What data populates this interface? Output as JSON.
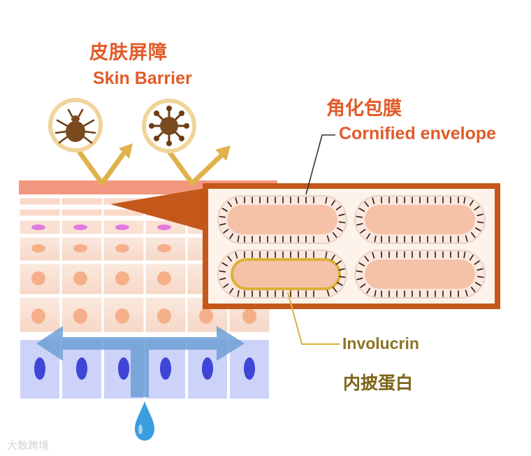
{
  "labels": {
    "skin_barrier_cn": "皮肤屏障",
    "skin_barrier_en": "Skin Barrier",
    "cornified_envelope_cn": "角化包膜",
    "cornified_envelope_en": "Cornified envelope",
    "involucrin_en": "Involucrin",
    "involucrin_cn": "内披蛋白"
  },
  "watermark": "大数跨境",
  "colors": {
    "label_red": "#e25a28",
    "label_olive": "#8b7324",
    "frame_brown": "#c4581a",
    "skin_surface": "#f2977f",
    "granular_cell": "#fce4d8",
    "basal_cell": "#c9cff7",
    "nucleus_blue": "#3f45d6",
    "arrow_blue": "#6c9fd6",
    "arrow_gold": "#e0b24a",
    "water_drop": "#3b9ee0"
  },
  "icons": [
    "mite-icon",
    "virus-icon",
    "water-drop-icon"
  ]
}
